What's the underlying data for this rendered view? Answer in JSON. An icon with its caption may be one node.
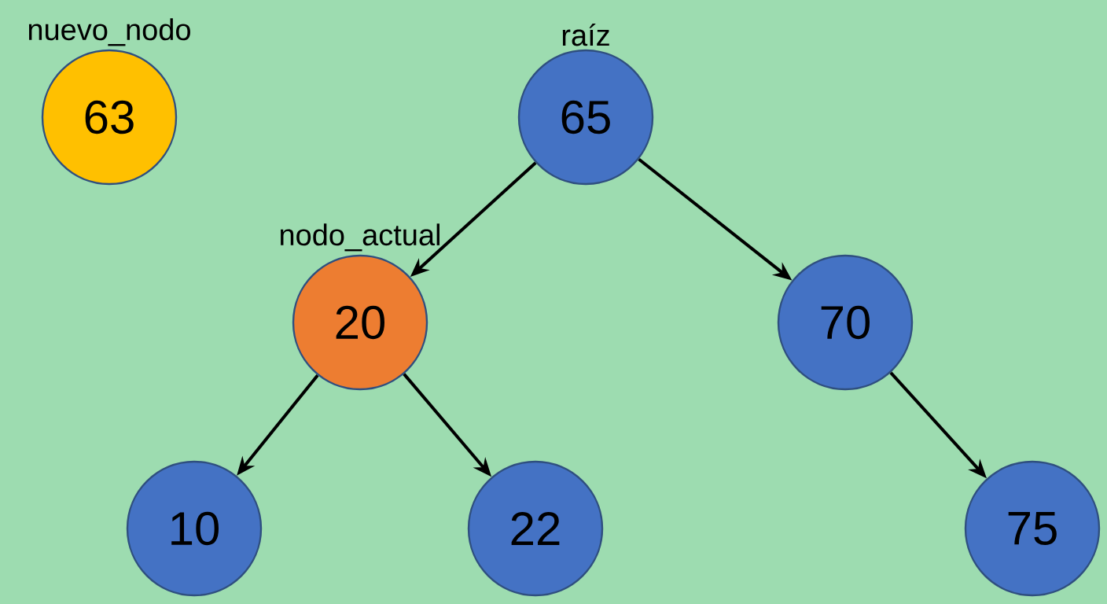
{
  "diagram": {
    "nodes": [
      {
        "text": [
          "nuevo_nodo",
          "63"
        ]
      },
      {
        "text": [
          "raíz",
          "65"
        ]
      },
      {
        "text": [
          "nodo_actual",
          "20"
        ]
      },
      {
        "text": [
          "70"
        ]
      },
      {
        "text": [
          "10"
        ]
      },
      {
        "text": [
          "22"
        ]
      },
      {
        "text": [
          "75"
        ]
      }
    ],
    "edges": [
      {
        "from": 1,
        "to": 2,
        "arrow": "to"
      },
      {
        "from": 1,
        "to": 3,
        "arrow": "to"
      },
      {
        "from": 2,
        "to": 4,
        "arrow": "to"
      },
      {
        "from": 2,
        "to": 5,
        "arrow": "to"
      },
      {
        "from": 3,
        "to": 6,
        "arrow": "to"
      }
    ]
  }
}
